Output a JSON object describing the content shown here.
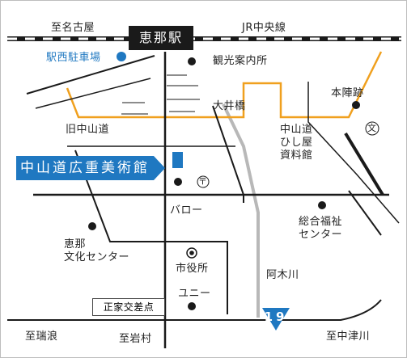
{
  "station": {
    "name": "恵那駅"
  },
  "museum": {
    "name": "中山道広重美術館"
  },
  "railway": {
    "left_direction": "至名古屋",
    "line_name": "JR中央線"
  },
  "places": {
    "west_parking": "駅西駐車場",
    "tourist_info": "観光案内所",
    "honjin_ruins": "本陣跡",
    "oi_bridge": "大井橋",
    "kyu_nakasendo": "旧中山道",
    "hishiya_museum": "中山道\nひし屋\n資料館",
    "valor": "バロー",
    "welfare_center": "総合福祉\nセンター",
    "bunka_center": "恵那\n文化センター",
    "city_hall": "市役所",
    "akigawa_river": "阿木川",
    "uny": "ユニー",
    "shoke_intersection": "正家交差点"
  },
  "roads": {
    "to_mizunami": "至瑞浪",
    "to_iwamura": "至岩村",
    "to_nakatsugawa": "至中津川",
    "route_number": "19"
  },
  "symbols": {
    "post_office": "〒",
    "school": "文"
  },
  "colors": {
    "brand_blue": "#1f78c1",
    "orange_route": "#f0a01e",
    "river_gray": "#b8b8b8",
    "road": "#1a1a1a"
  }
}
